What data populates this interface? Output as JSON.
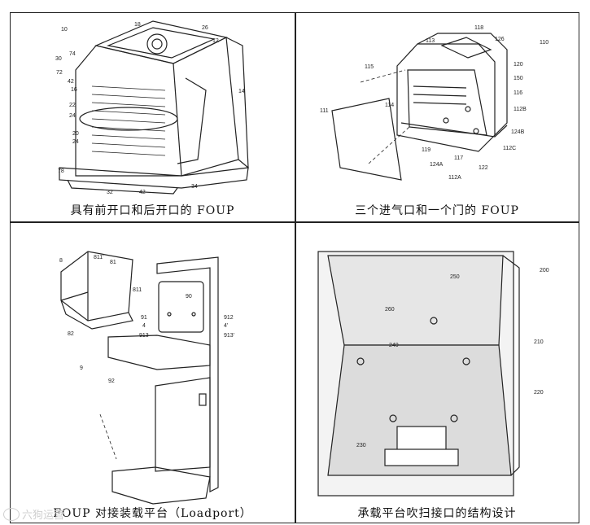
{
  "captions": {
    "tl": "具有前开口和后开口的 FOUP",
    "tr": "三个进气口和一个门的 FOUP",
    "bl": "FOUP 对接装载平台（Loadport）",
    "br": "承载平台吹扫接口的结构设计"
  },
  "labels": {
    "tl": [
      "10",
      "18",
      "26",
      "12",
      "30",
      "74",
      "72",
      "42",
      "16",
      "14",
      "22",
      "24",
      "20",
      "24",
      "78",
      "32",
      "42",
      "34"
    ],
    "tr": [
      "113",
      "118",
      "126",
      "110",
      "115",
      "120",
      "150",
      "116",
      "111",
      "114",
      "112B",
      "124B",
      "112C",
      "119",
      "124A",
      "117",
      "122",
      "112A"
    ],
    "bl": [
      "8",
      "811'",
      "81",
      "811",
      "82",
      "90",
      "91",
      "4",
      "913",
      "912",
      "4'",
      "913'",
      "9",
      "92"
    ],
    "br": [
      "250",
      "200",
      "260",
      "240",
      "210",
      "220",
      "230"
    ]
  },
  "watermark": "六狗运营"
}
